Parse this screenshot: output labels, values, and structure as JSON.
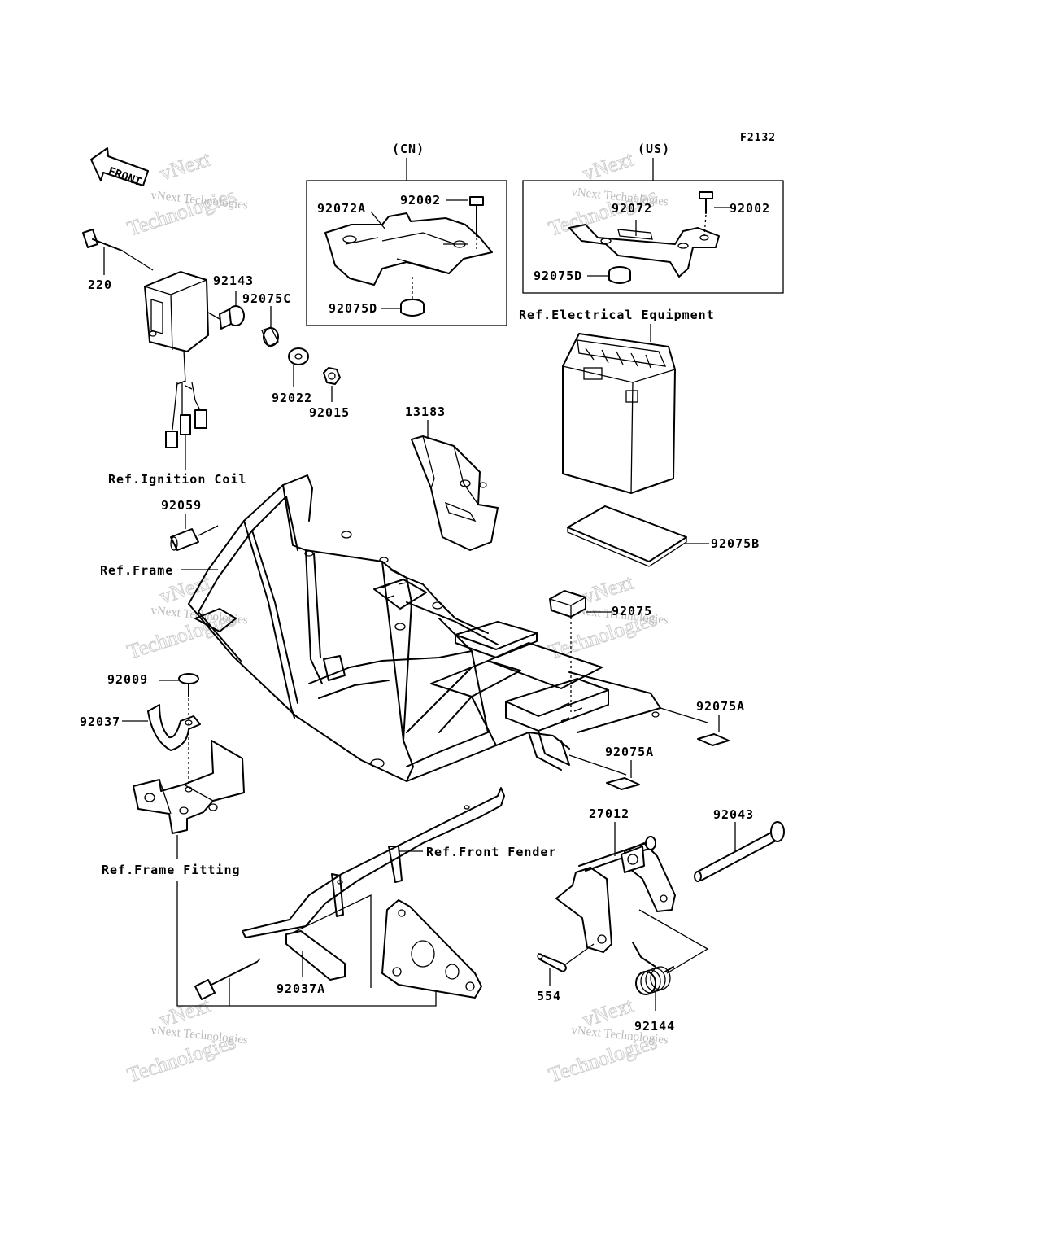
{
  "diagram_code": "F2132",
  "front_arrow": "FRONT",
  "variants": {
    "cn": "(CN)",
    "us": "(US)"
  },
  "watermark": {
    "line1": "vNext Technologies",
    "line2": "vNext",
    "line3": "Technologies"
  },
  "parts": {
    "p220": "220",
    "p92143": "92143",
    "p92075C": "92075C",
    "p92022": "92022",
    "p92015": "92015",
    "p92072A": "92072A",
    "p92002_cn": "92002",
    "p92075D_cn": "92075D",
    "p92072_us": "92072",
    "p92002_us": "92002",
    "p92075D_us": "92075D",
    "p13183": "13183",
    "p92075B": "92075B",
    "p92059": "92059",
    "p92075": "92075",
    "p92075A_1": "92075A",
    "p92075A_2": "92075A",
    "p92009": "92009",
    "p92037": "92037",
    "p27012": "27012",
    "p92043": "92043",
    "p92037A": "92037A",
    "p554": "554",
    "p92144": "92144"
  },
  "refs": {
    "electrical": "Ref.Electrical Equipment",
    "ignition": "Ref.Ignition Coil",
    "frame": "Ref.Frame",
    "front_fender": "Ref.Front Fender",
    "frame_fitting": "Ref.Frame Fitting"
  }
}
